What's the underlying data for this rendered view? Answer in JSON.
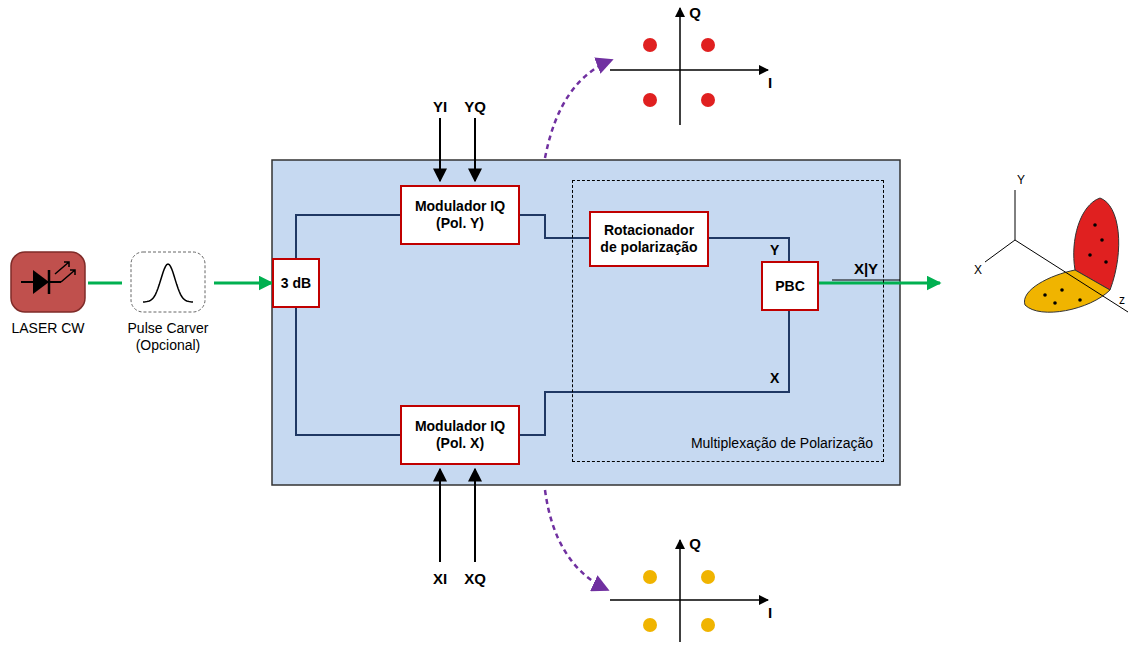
{
  "diagram": {
    "nodes": [
      {
        "text": [
          "LASER CW"
        ]
      },
      {
        "text": [
          "Pulse Carver (Opcional)"
        ]
      },
      {
        "text": [
          "3 dB"
        ]
      },
      {
        "text": [
          "Modulador IQ (Pol. Y)"
        ]
      },
      {
        "text": [
          "Modulador IQ (Pol. X)"
        ]
      },
      {
        "text": [
          "Multiplexação de Polarização"
        ]
      },
      {
        "text": [
          "Rotacionador de polarização"
        ],
        "in": 5
      },
      {
        "text": [
          "PBC"
        ],
        "in": 5
      }
    ],
    "edges": [
      {
        "from": 0,
        "to": 1,
        "arrow": "none"
      },
      {
        "from": 1,
        "to": 2,
        "arrow": "to"
      },
      {
        "from": 2,
        "to": 3,
        "arrow": "none"
      },
      {
        "from": 2,
        "to": 4,
        "arrow": "none"
      },
      {
        "from": 3,
        "to": 6,
        "arrow": "none"
      },
      {
        "from": 6,
        "to": 7,
        "label": "Y",
        "arrow": "none"
      },
      {
        "from": 4,
        "to": 7,
        "label": "X",
        "arrow": "none"
      }
    ],
    "labels": [
      "YI",
      "YQ",
      "Q",
      "I",
      "XI",
      "XQ",
      "Q",
      "I",
      "X|Y",
      "Y",
      "X",
      "z"
    ]
  }
}
